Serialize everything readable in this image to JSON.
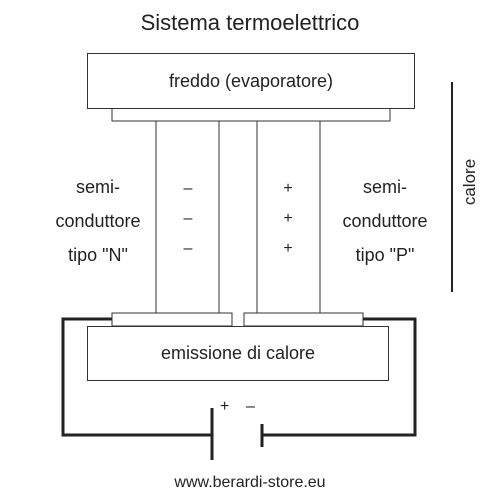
{
  "title": "Sistema termoelettrico",
  "cold_plate": {
    "label": "freddo (evaporatore)"
  },
  "hot_plate": {
    "label": "emissione di calore"
  },
  "n_semiconductor": {
    "lines": [
      "semi-",
      "conduttore",
      "tipo \"N\""
    ],
    "signs": [
      "–",
      "–",
      "–"
    ]
  },
  "p_semiconductor": {
    "lines": [
      "semi-",
      "conduttore",
      "tipo \"P\""
    ],
    "signs": [
      "+",
      "+",
      "+"
    ]
  },
  "side_label": "calore",
  "battery": {
    "plus": "+",
    "minus": "–"
  },
  "footer": "www.berardi-store.eu"
}
